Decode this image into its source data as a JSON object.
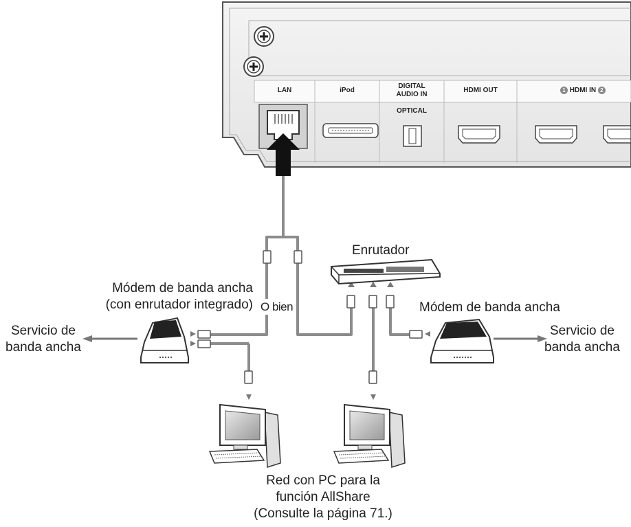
{
  "panel": {
    "ports": {
      "lan": "LAN",
      "ipod": "iPod",
      "digital_audio_in": "DIGITAL\nAUDIO IN",
      "optical": "OPTICAL",
      "hdmi_out": "HDMI OUT",
      "hdmi_in_num1": "1",
      "hdmi_in": "HDMI IN",
      "hdmi_in_num2": "2"
    }
  },
  "labels": {
    "router": "Enrutador",
    "modem_router_line1": "Módem de banda ancha",
    "modem_router_line2": "(con enrutador integrado)",
    "or": "O bien",
    "modem_right": "Módem de banda ancha",
    "service_left_line1": "Servicio de",
    "service_left_line2": "banda ancha",
    "service_right_line1": "Servicio de",
    "service_right_line2": "banda ancha",
    "caption_line1": "Red con PC para la",
    "caption_line2": "función AllShare",
    "caption_line3": "(Consulte la página 71.)"
  },
  "colors": {
    "cable": "#8c8c8c",
    "panel_fill": "#f1f1f1",
    "outline": "#555555"
  }
}
